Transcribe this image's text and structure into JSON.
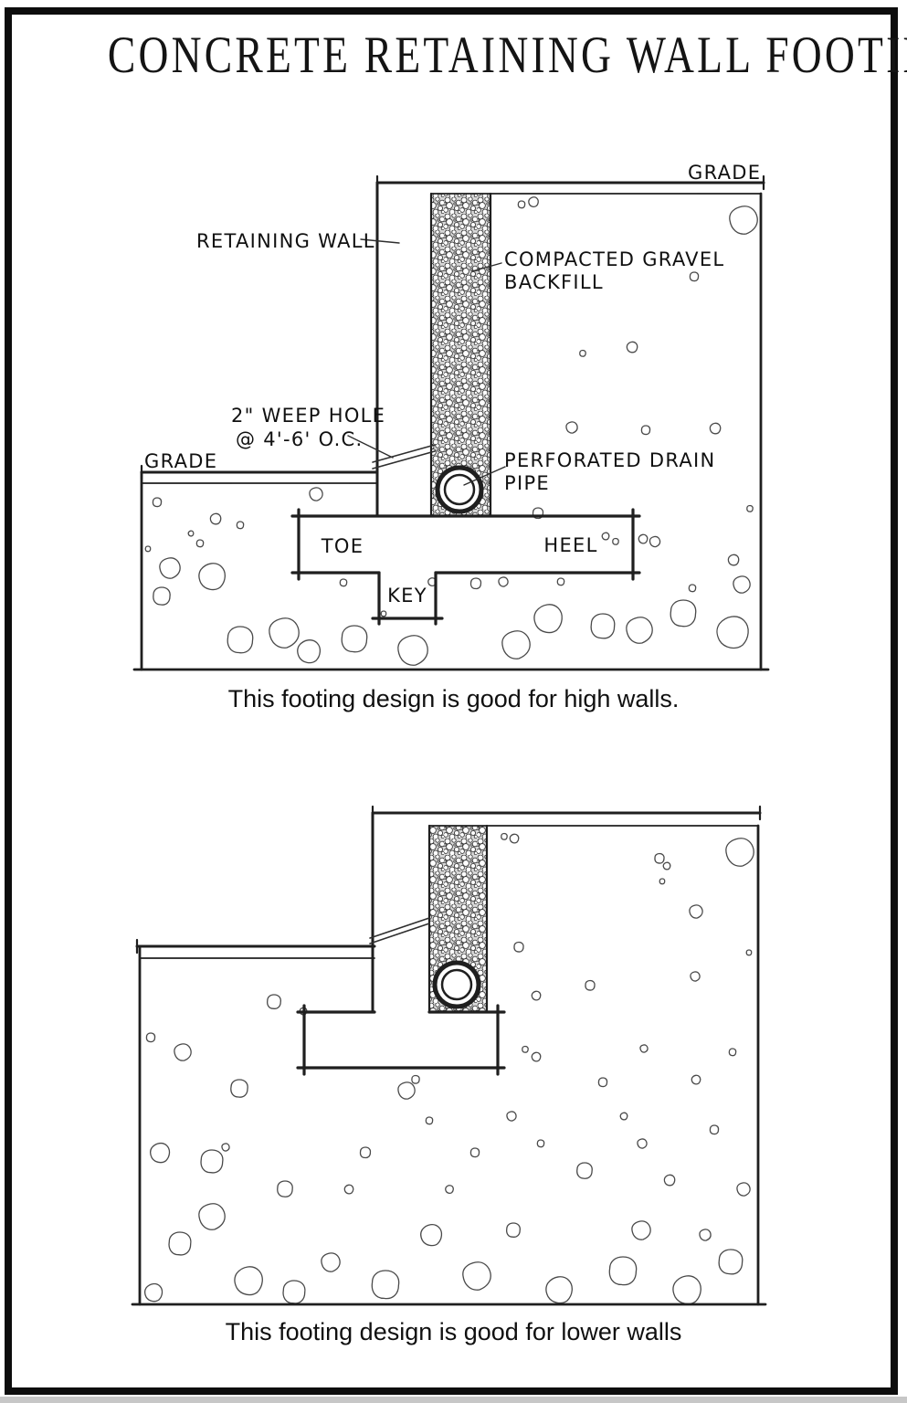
{
  "title": "CONCRETE RETAINING WALL FOOTING",
  "top_diagram": {
    "labels": {
      "grade_right": "GRADE",
      "retaining_wall": "RETAINING WALL",
      "backfill_line1": "COMPACTED GRAVEL",
      "backfill_line2": "BACKFILL",
      "weep_line1": "2\" WEEP HOLE",
      "weep_line2": "@ 4'-6' O.C.",
      "grade_left": "GRADE",
      "pipe_line1": "PERFORATED DRAIN",
      "pipe_line2": "PIPE",
      "toe": "TOE",
      "heel": "HEEL",
      "key": "KEY"
    },
    "caption": "This footing design is good for high walls."
  },
  "bottom_diagram": {
    "caption": "This footing design is good for lower walls"
  },
  "colors": {
    "ink": "#101010",
    "line": "#1f1f1f",
    "frame": "#0d0d0d",
    "gravel_bg": "#d8d8d8"
  }
}
